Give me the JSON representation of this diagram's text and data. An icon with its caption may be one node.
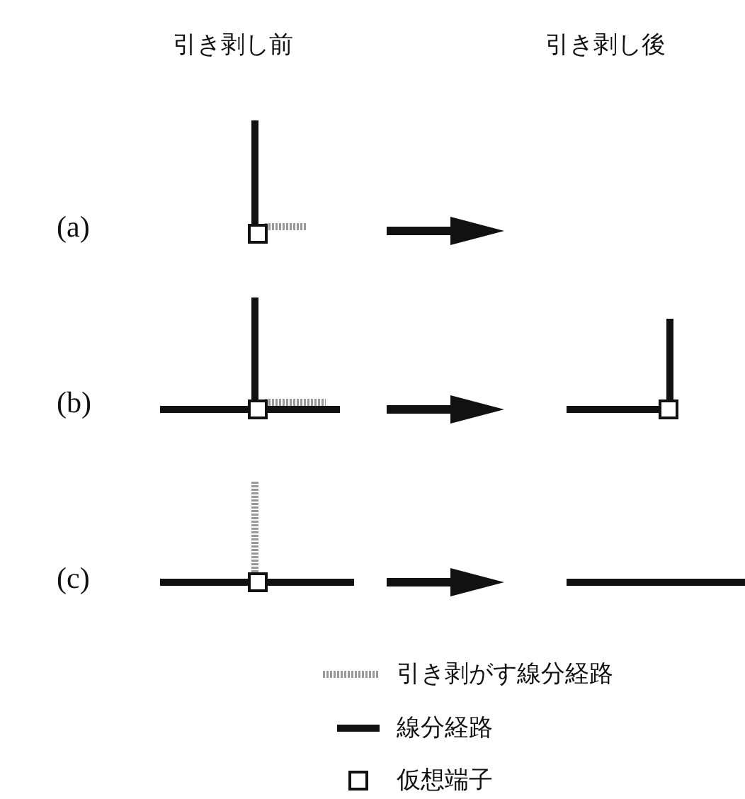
{
  "diagram": {
    "labels": [
      "引き剥し前",
      "引き剥し後",
      "(a)",
      "(b)",
      "(c)"
    ],
    "legend": [
      {
        "text": "引き剥がす線分経路"
      },
      {
        "text": "線分経路"
      },
      {
        "text": "仮想端子"
      }
    ]
  }
}
